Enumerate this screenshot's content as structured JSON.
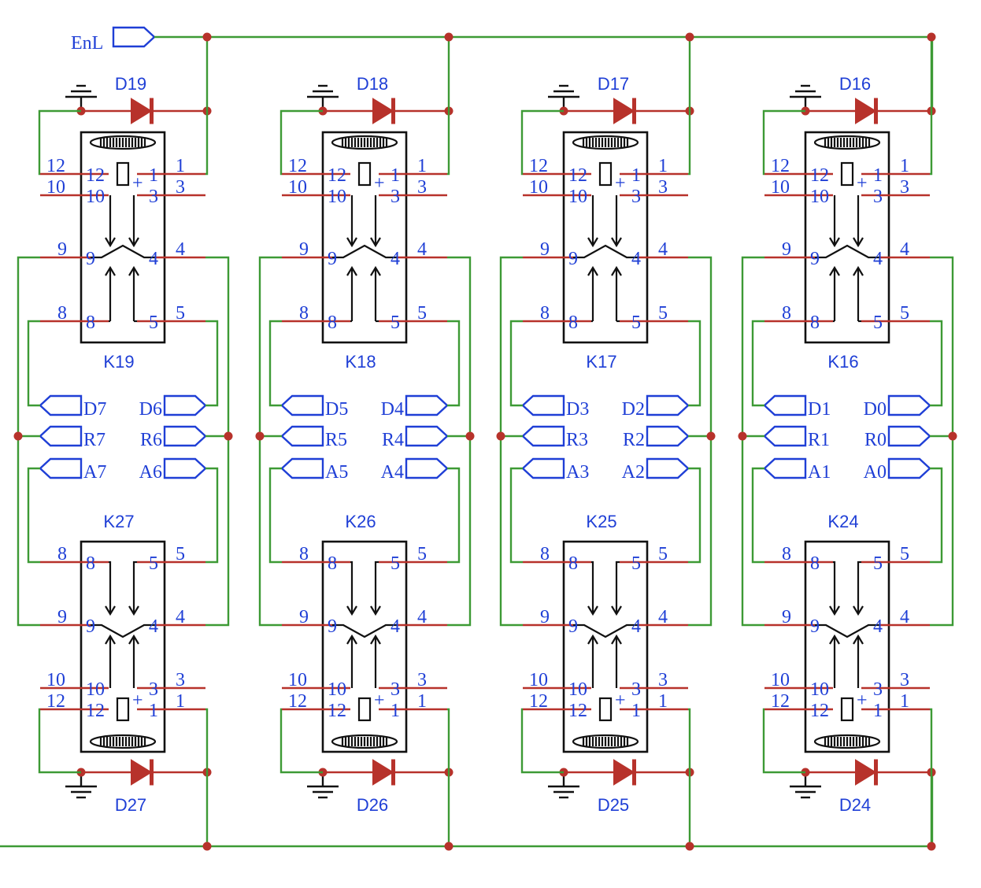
{
  "enable_net": "EnL",
  "columns": [
    {
      "top_relay": "K19",
      "top_diode": "D19",
      "bottom_relay": "K27",
      "bottom_diode": "D27",
      "nets": {
        "d_left": "D7",
        "d_right": "D6",
        "r_left": "R7",
        "r_right": "R6",
        "a_left": "A7",
        "a_right": "A6"
      }
    },
    {
      "top_relay": "K18",
      "top_diode": "D18",
      "bottom_relay": "K26",
      "bottom_diode": "D26",
      "nets": {
        "d_left": "D5",
        "d_right": "D4",
        "r_left": "R5",
        "r_right": "R4",
        "a_left": "A5",
        "a_right": "A4"
      }
    },
    {
      "top_relay": "K17",
      "top_diode": "D17",
      "bottom_relay": "K25",
      "bottom_diode": "D25",
      "nets": {
        "d_left": "D3",
        "d_right": "D2",
        "r_left": "R3",
        "r_right": "R2",
        "a_left": "A3",
        "a_right": "A2"
      }
    },
    {
      "top_relay": "K16",
      "top_diode": "D16",
      "bottom_relay": "K24",
      "bottom_diode": "D24",
      "nets": {
        "d_left": "D1",
        "d_right": "D0",
        "r_left": "R1",
        "r_right": "R0",
        "a_left": "A1",
        "a_right": "A0"
      }
    }
  ],
  "pin_numbers": {
    "coil_neg": "12",
    "coil_pos": "1",
    "nc_left": "10",
    "nc_right": "3",
    "com_left": "9",
    "com_right": "4",
    "no_left": "8",
    "no_right": "5"
  },
  "coil_polarity_mark": "+",
  "colors": {
    "wire": "#3d9a35",
    "pin": "#b7322b",
    "text": "#1f3fd6",
    "outline": "#111111"
  }
}
